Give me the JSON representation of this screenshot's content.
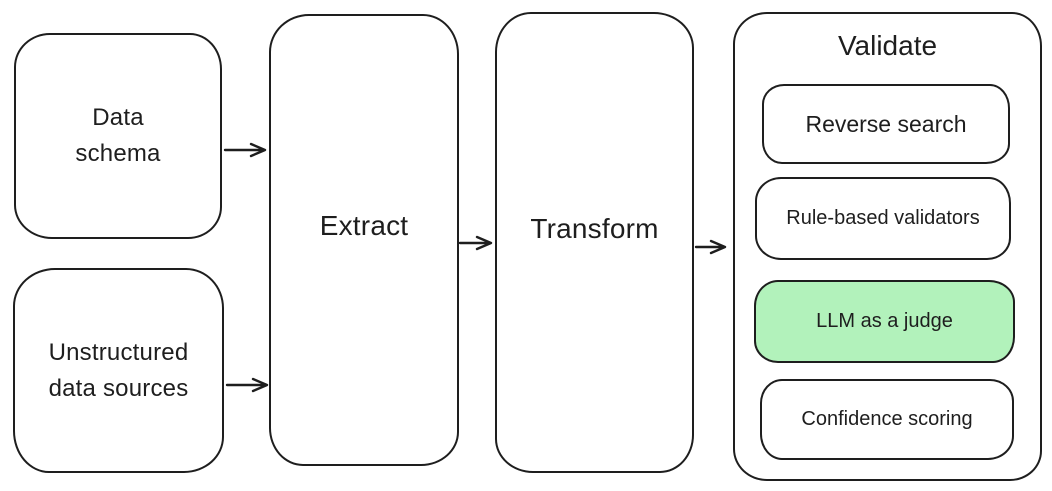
{
  "diagram": {
    "colors": {
      "stroke": "#1e1e1e",
      "text": "#1e1e1e",
      "background": "#ffffff",
      "highlight": "#b2f2bb"
    },
    "sources": {
      "data_schema": {
        "lines": [
          "Data",
          "schema"
        ]
      },
      "unstructured_data_sources": {
        "lines": [
          "Unstructured",
          "data sources"
        ]
      }
    },
    "stages": {
      "extract": {
        "label": "Extract"
      },
      "transform": {
        "label": "Transform"
      }
    },
    "validate": {
      "title": "Validate",
      "methods": [
        {
          "label": "Reverse search",
          "highlighted": false
        },
        {
          "label": "Rule-based validators",
          "highlighted": false
        },
        {
          "label": "LLM as a judge",
          "highlighted": true
        },
        {
          "label": "Confidence scoring",
          "highlighted": false
        }
      ]
    },
    "arrows": [
      {
        "from": "data-schema",
        "to": "extract"
      },
      {
        "from": "unstructured-data-sources",
        "to": "extract"
      },
      {
        "from": "extract",
        "to": "transform"
      },
      {
        "from": "transform",
        "to": "validate"
      }
    ]
  }
}
